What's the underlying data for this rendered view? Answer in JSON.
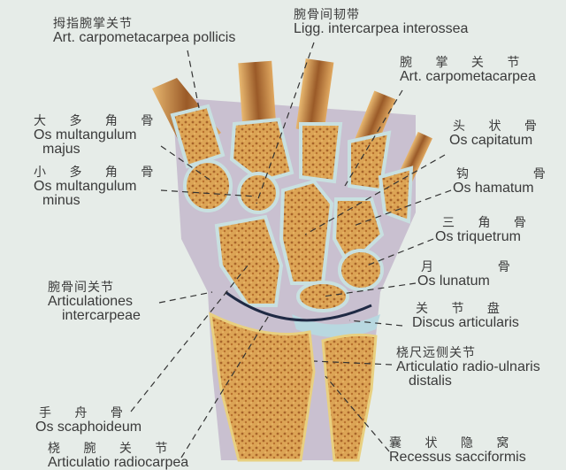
{
  "figure": {
    "type": "anatomical-illustration",
    "subject": "wrist joint, coronal section",
    "background_color": "#e6ece8",
    "bone_color": "#d6a050",
    "cartilage_color": "#c8e0e0",
    "leader_line_color": "#333333"
  },
  "labels": {
    "art_cmc_pollicis": {
      "zh": "拇指腕掌关节",
      "la": "Art. carpometacarpea pollicis"
    },
    "ligg_intercarpea": {
      "zh": "腕骨间韧带",
      "la": "Ligg. intercarpea interossea"
    },
    "art_cmc": {
      "zh": "腕 掌 关 节",
      "la": "Art. carpometacarpea"
    },
    "multangulum_majus": {
      "zh": "大 多 角 骨",
      "la1": "Os multangulum",
      "la2": "majus"
    },
    "multangulum_minus": {
      "zh": "小 多 角 骨",
      "la1": "Os multangulum",
      "la2": "minus"
    },
    "capitatum": {
      "zh": "头 状 骨",
      "la": "Os capitatum"
    },
    "hamatum": {
      "zh": "钩    骨",
      "la": "Os hamatum"
    },
    "triquetrum": {
      "zh": "三 角 骨",
      "la": "Os triquetrum"
    },
    "lunatum": {
      "zh": "月    骨",
      "la": "Os lunatum"
    },
    "intercarpeae": {
      "zh": "腕骨间关节",
      "la1": "Articulationes",
      "la2": "intercarpeae"
    },
    "discus": {
      "zh": "关 节 盘",
      "la": "Discus articularis"
    },
    "radio_ulnaris": {
      "zh": "桡尺远侧关节",
      "la1": "Articulatio radio-ulnaris",
      "la2": "distalis"
    },
    "scaphoideum": {
      "zh": "手 舟 骨",
      "la": "Os scaphoideum"
    },
    "radiocarpea": {
      "zh": "桡 腕 关 节",
      "la": "Articulatio radiocarpea"
    },
    "recessus": {
      "zh": "囊 状 隐 窝",
      "la": "Recessus sacciformis"
    }
  }
}
